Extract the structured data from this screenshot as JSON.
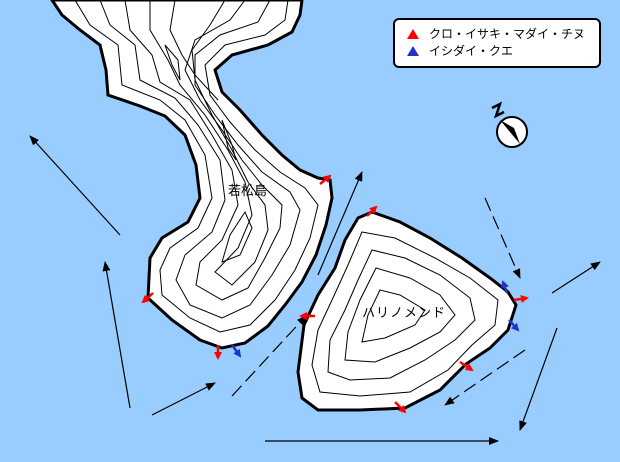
{
  "legend": {
    "items": [
      {
        "label": "クロ・イサキ・マダイ・チヌ",
        "color": "#ff0000"
      },
      {
        "label": "イシダイ・クエ",
        "color": "#2233cc"
      }
    ]
  },
  "islands": {
    "wakamatsu": "若松島",
    "harimendo": "ハリノメンド"
  },
  "colors": {
    "sea": "#99ccff",
    "land": "#ffffff",
    "red_spot": "#ff0000",
    "blue_spot": "#2233cc"
  },
  "compass": {
    "icon": "north-arrow-icon",
    "label": "N"
  }
}
